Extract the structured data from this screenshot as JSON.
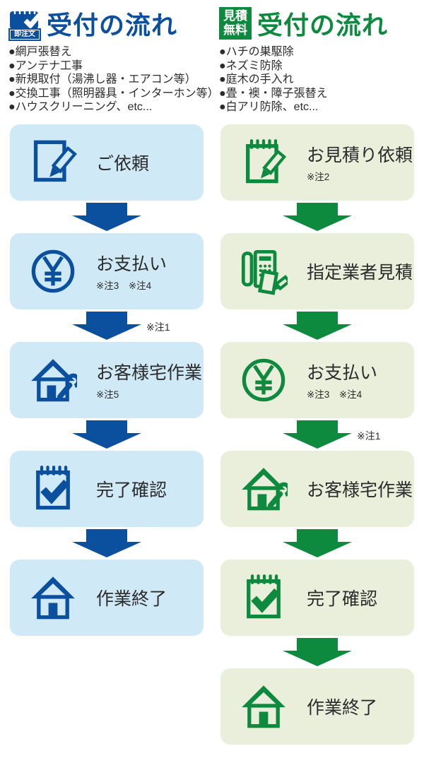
{
  "colors": {
    "blue": "#0b4f9f",
    "bluelight": "#cfe9f6",
    "green": "#0e8a3e",
    "greenlight": "#e9efdb",
    "text": "#2b2b2b"
  },
  "columns": {
    "left": {
      "badge_label": "即注文",
      "title": "受付の流れ",
      "services": [
        "●網戸張替え",
        "●アンテナ工事",
        "●新規取付（湯沸し器・エアコン等）",
        "●交換工事（照明器具・インターホン等）",
        "●ハウスクリーニング、etc..."
      ],
      "steps": [
        {
          "label": "ご依頼",
          "icon": "paper-pencil-icon"
        },
        {
          "label": "お支払い",
          "note": "※注3　※注4",
          "icon": "yen-circle-icon"
        },
        {
          "label": "お客様宅作業",
          "note": "※注5",
          "icon": "house-wrench-icon"
        },
        {
          "label": "完了確認",
          "icon": "notepad-check-icon"
        },
        {
          "label": "作業終了",
          "icon": "house-icon"
        }
      ],
      "arrow_note": "※注1"
    },
    "right": {
      "badge_lines": [
        "見積",
        "無料"
      ],
      "title": "受付の流れ",
      "services": [
        "●ハチの巣駆除",
        "●ネズミ防除",
        "●庭木の手入れ",
        "●畳・襖・障子張替え",
        "●白アリ防除、etc..."
      ],
      "steps": [
        {
          "label": "お見積り依頼",
          "note": "※注2",
          "icon": "notepad-pencil-icon"
        },
        {
          "label": "指定業者見積",
          "icon": "phone-paper-icon"
        },
        {
          "label": "お支払い",
          "note": "※注3　※注4",
          "icon": "yen-circle-icon"
        },
        {
          "label": "お客様宅作業",
          "icon": "house-wrench-icon"
        },
        {
          "label": "完了確認",
          "icon": "notepad-check-icon"
        },
        {
          "label": "作業終了",
          "icon": "house-icon"
        }
      ],
      "arrow_note": "※注1"
    }
  }
}
